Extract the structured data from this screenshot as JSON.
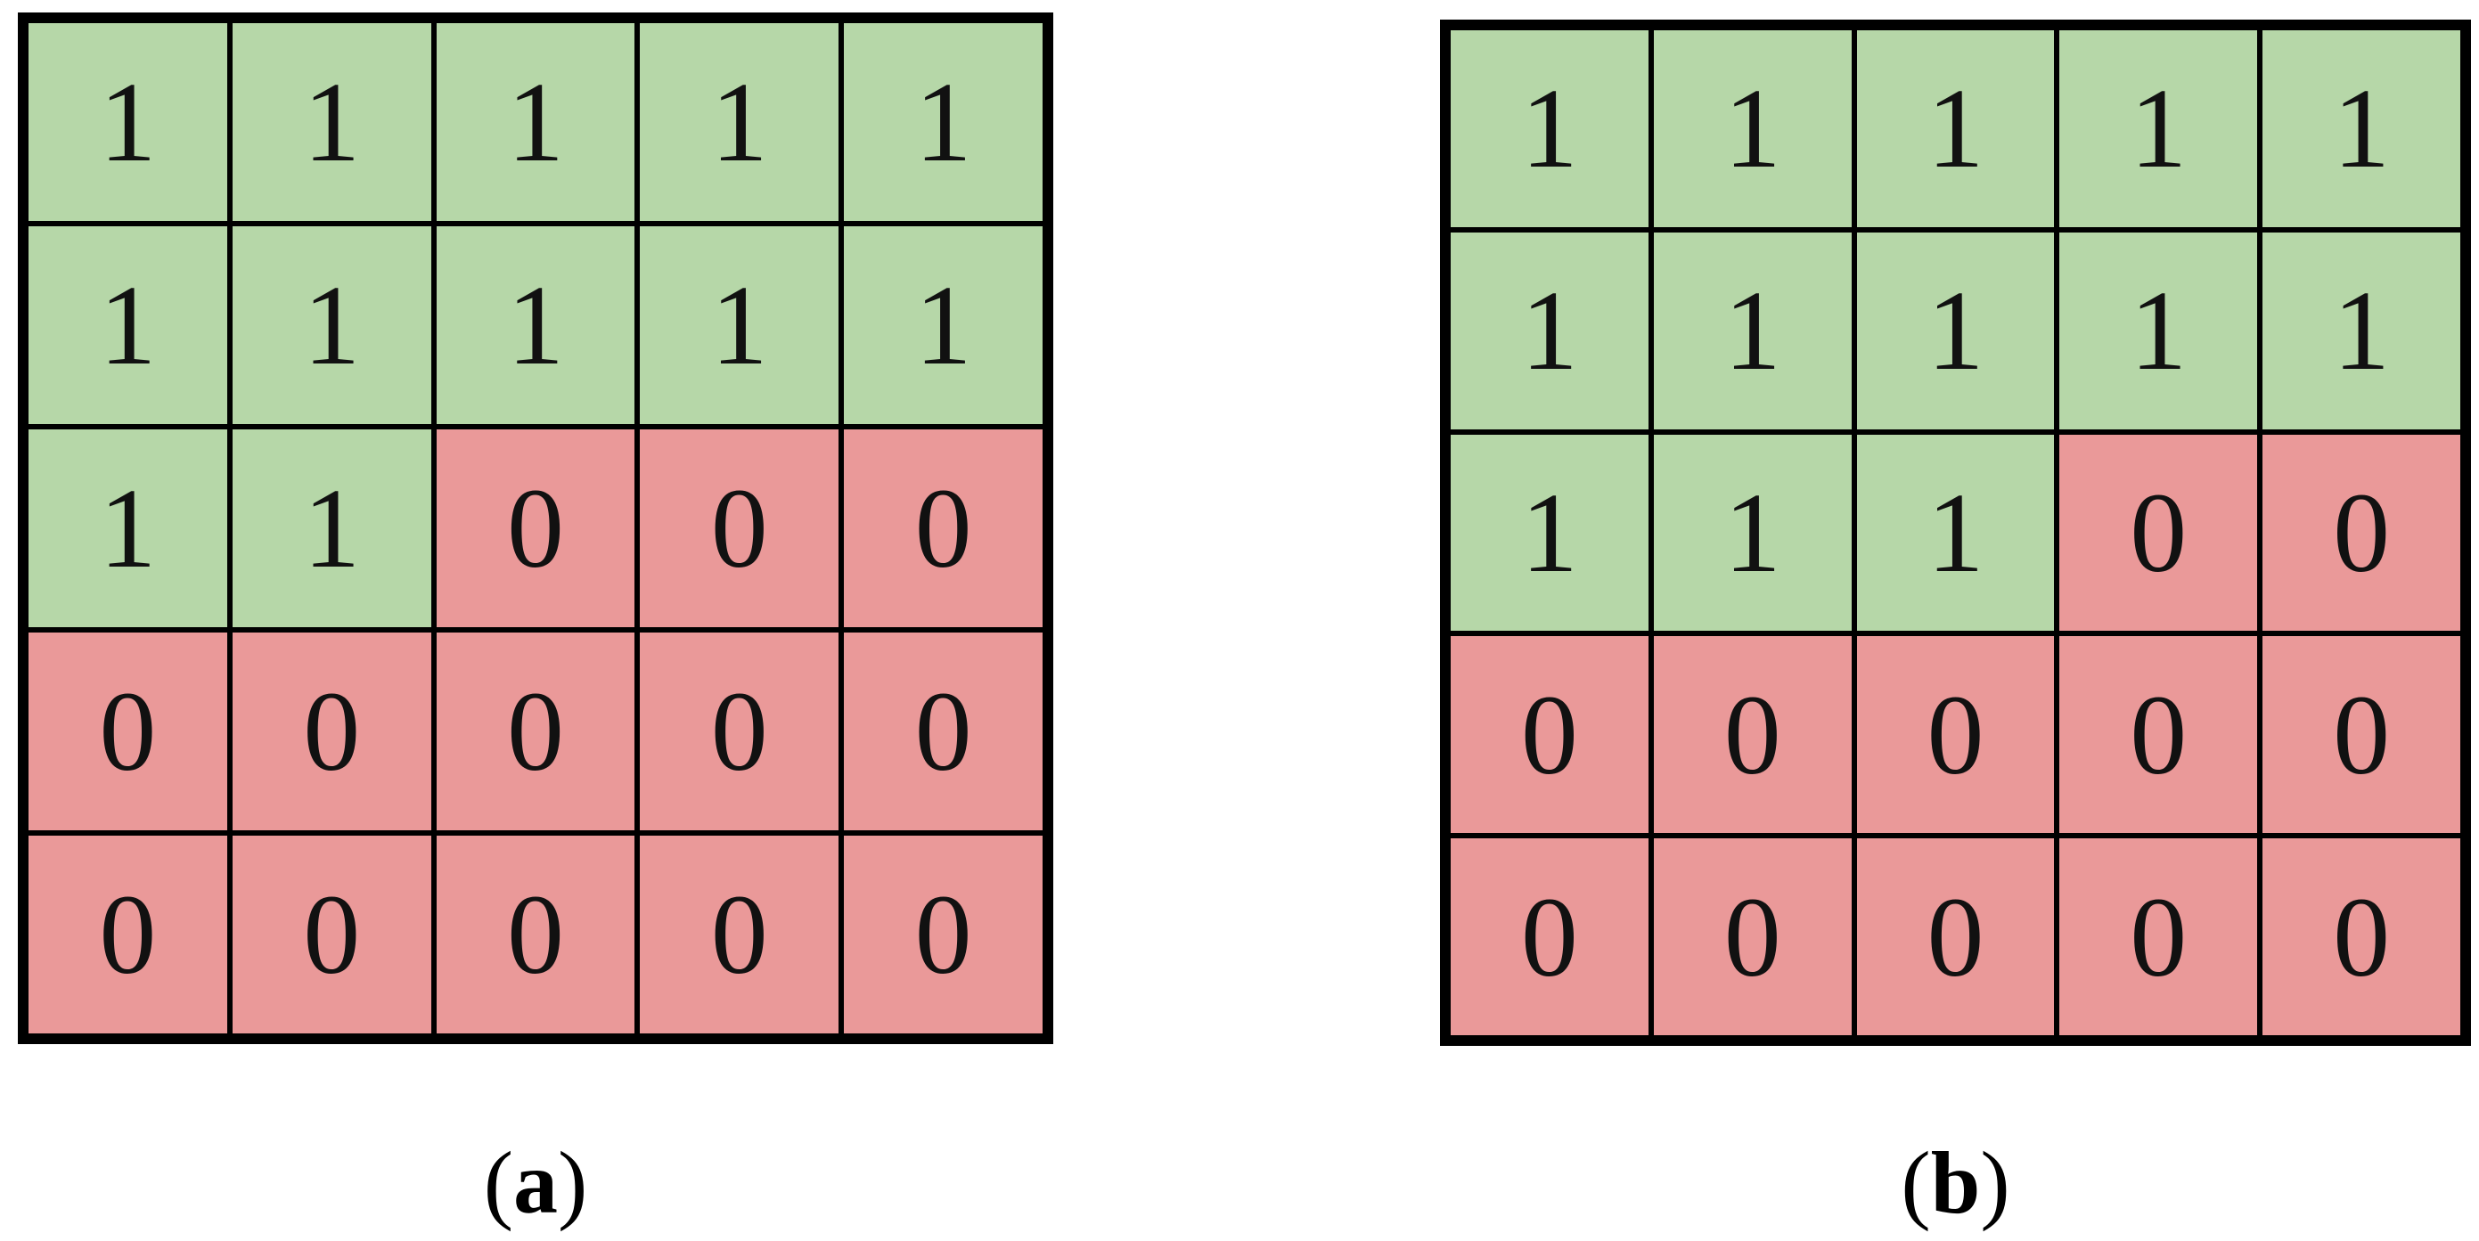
{
  "colors": {
    "one_fill": "#b6d7a8",
    "zero_fill": "#ea9999",
    "grid_line": "#000000",
    "background": "#ffffff",
    "digit_text": "#111111"
  },
  "panels": [
    {
      "name": "a",
      "label": {
        "open": "(",
        "letter": "a",
        "close": ")"
      },
      "rows": [
        [
          "1",
          "1",
          "1",
          "1",
          "1"
        ],
        [
          "1",
          "1",
          "1",
          "1",
          "1"
        ],
        [
          "1",
          "1",
          "0",
          "0",
          "0"
        ],
        [
          "0",
          "0",
          "0",
          "0",
          "0"
        ],
        [
          "0",
          "0",
          "0",
          "0",
          "0"
        ]
      ]
    },
    {
      "name": "b",
      "label": {
        "open": "(",
        "letter": "b",
        "close": ")"
      },
      "rows": [
        [
          "1",
          "1",
          "1",
          "1",
          "1"
        ],
        [
          "1",
          "1",
          "1",
          "1",
          "1"
        ],
        [
          "1",
          "1",
          "1",
          "0",
          "0"
        ],
        [
          "0",
          "0",
          "0",
          "0",
          "0"
        ],
        [
          "0",
          "0",
          "0",
          "0",
          "0"
        ]
      ]
    }
  ],
  "chart_data": [
    {
      "type": "heatmap",
      "title": "(a)",
      "rows": 5,
      "cols": 5,
      "values": [
        [
          1,
          1,
          1,
          1,
          1
        ],
        [
          1,
          1,
          1,
          1,
          1
        ],
        [
          1,
          1,
          0,
          0,
          0
        ],
        [
          0,
          0,
          0,
          0,
          0
        ],
        [
          0,
          0,
          0,
          0,
          0
        ]
      ],
      "value_colors": {
        "1": "#b6d7a8",
        "0": "#ea9999"
      },
      "cell_labels": true,
      "grid": "on",
      "legend": "none"
    },
    {
      "type": "heatmap",
      "title": "(b)",
      "rows": 5,
      "cols": 5,
      "values": [
        [
          1,
          1,
          1,
          1,
          1
        ],
        [
          1,
          1,
          1,
          1,
          1
        ],
        [
          1,
          1,
          1,
          0,
          0
        ],
        [
          0,
          0,
          0,
          0,
          0
        ],
        [
          0,
          0,
          0,
          0,
          0
        ]
      ],
      "value_colors": {
        "1": "#b6d7a8",
        "0": "#ea9999"
      },
      "cell_labels": true,
      "grid": "on",
      "legend": "none"
    }
  ]
}
